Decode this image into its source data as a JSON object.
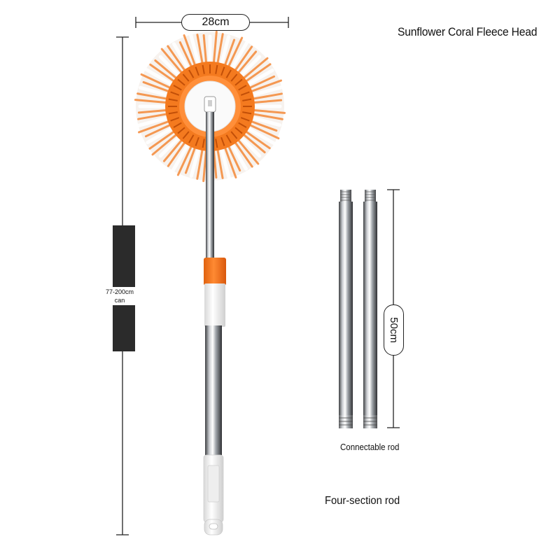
{
  "product": {
    "head_title": "Sunflower Coral Fleece Head",
    "head_width": "28cm",
    "length_range_line1": "77-200cm",
    "length_range_line2": "can",
    "rod_length": "50cm",
    "rod_caption": "Connectable rod",
    "rod_type": "Four-section rod"
  },
  "colors": {
    "accent": "#f47a1f",
    "fringe": "#f5f1ec",
    "steel": "#9aa0a6",
    "handle": "#f3f3f3"
  },
  "icons": [
    "mop-head-icon",
    "telescopic-pole-icon",
    "extension-rod-icon"
  ]
}
